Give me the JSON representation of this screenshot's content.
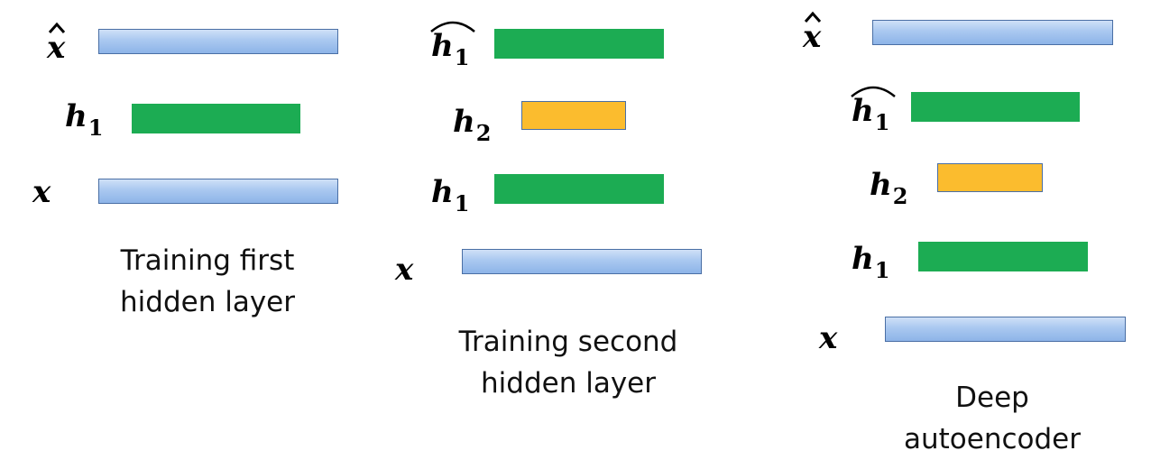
{
  "colors": {
    "blue_bar": "#a9c8f0",
    "green_bar": "#1cac53",
    "yellow_bar": "#fbbc2e"
  },
  "panels": [
    {
      "labels": {
        "x_hat": "x",
        "h1": "h",
        "h1_sub": "1",
        "x": "x"
      },
      "caption": [
        "Training first",
        "hidden layer"
      ]
    },
    {
      "labels": {
        "h1_hat": "h",
        "h1_hat_sub": "1",
        "h2": "h",
        "h2_sub": "2",
        "h1": "h",
        "h1_sub": "1",
        "x": "x"
      },
      "caption": [
        "Training second",
        "hidden layer"
      ]
    },
    {
      "labels": {
        "x_hat": "x",
        "h1_hat": "h",
        "h1_hat_sub": "1",
        "h2": "h",
        "h2_sub": "2",
        "h1": "h",
        "h1_sub": "1",
        "x": "x"
      },
      "caption": [
        "Deep",
        "autoencoder"
      ]
    }
  ]
}
